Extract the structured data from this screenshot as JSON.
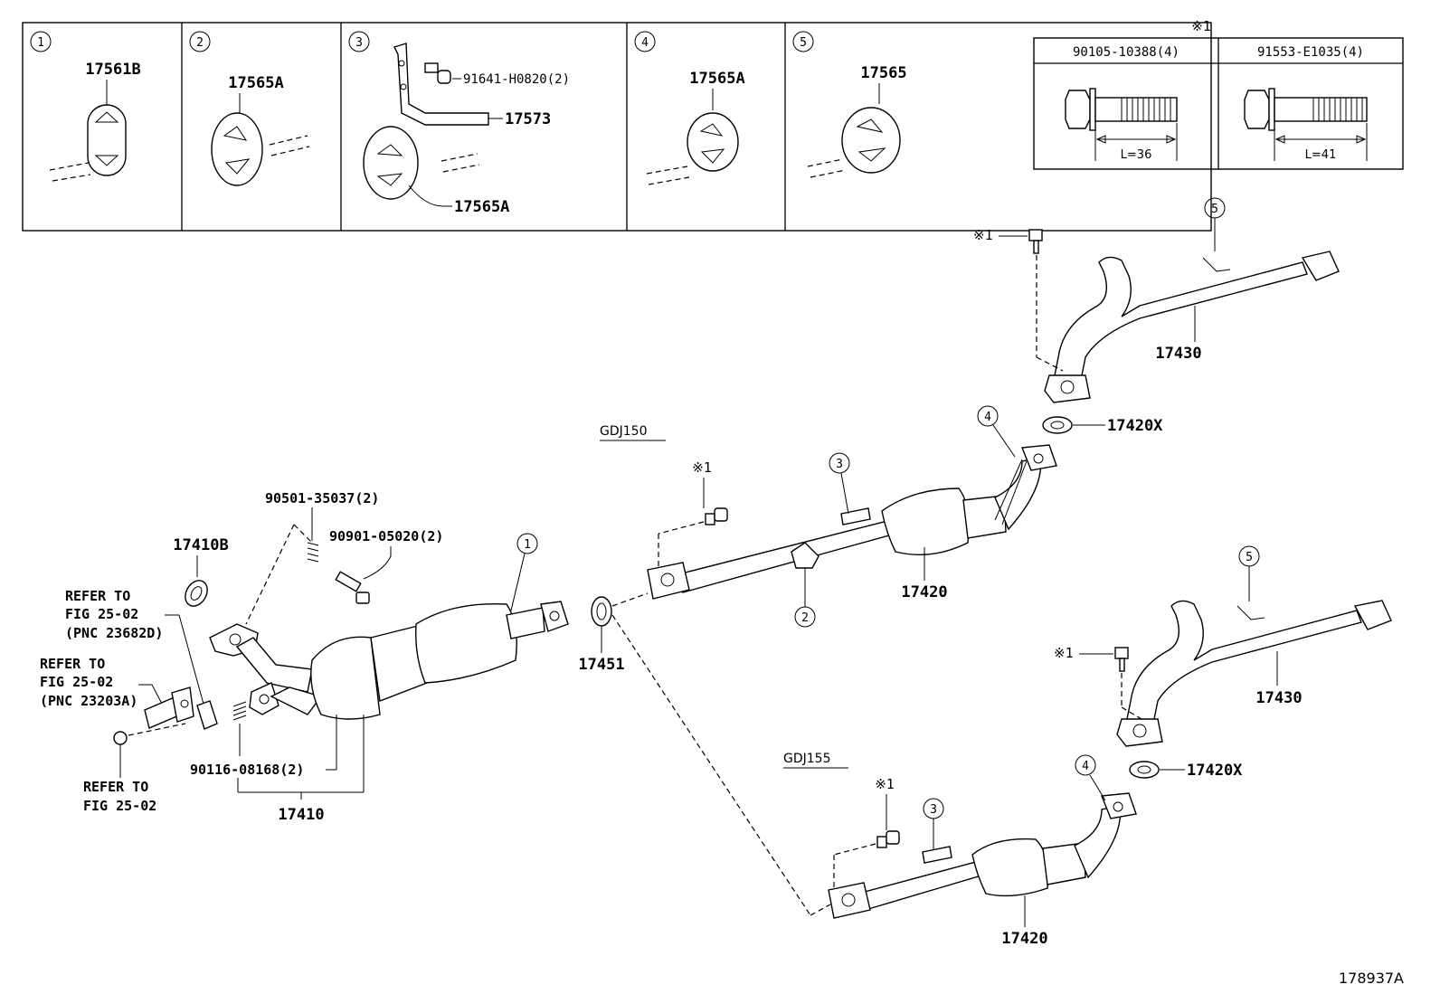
{
  "hanger_panels": [
    {
      "index": "1",
      "part": "17561B"
    },
    {
      "index": "2",
      "part": "17565A"
    },
    {
      "index": "3",
      "part": "17573",
      "bolt": "91641-H0820(2)",
      "insulator": "17565A"
    },
    {
      "index": "4",
      "part": "17565A"
    },
    {
      "index": "5",
      "part": "17565"
    }
  ],
  "bolt_table": {
    "mark": "※1",
    "columns": [
      {
        "header": "90105-10388(4)",
        "length": "L=36"
      },
      {
        "header": "91553-E1035(4)",
        "length": "L=41"
      }
    ]
  },
  "callouts": {
    "front_pipe": "17410",
    "front_gasket": "17410B",
    "spring_part": "90501-35037(2)",
    "bolt_part": "90901-05020(2)",
    "stud_part": "90116-08168(2)",
    "center_gasket": "17451",
    "center_pipe": "17420",
    "tail_pipe": "17430",
    "tail_gasket": "17420X",
    "mark": "※1",
    "ref_fig": [
      "REFER TO",
      "FIG 25-02",
      "(PNC 23682D)"
    ],
    "ref_fig_b": [
      "REFER TO",
      "FIG 25-02",
      "(PNC 23203A)"
    ],
    "ref_fig_c": [
      "REFER TO",
      "FIG 25-02"
    ]
  },
  "models": {
    "upper": "GDJ150",
    "lower": "GDJ155"
  },
  "index_circles": {
    "one": "1",
    "two": "2",
    "three": "3",
    "four": "4",
    "five": "5"
  },
  "figure_ref": "178937A"
}
